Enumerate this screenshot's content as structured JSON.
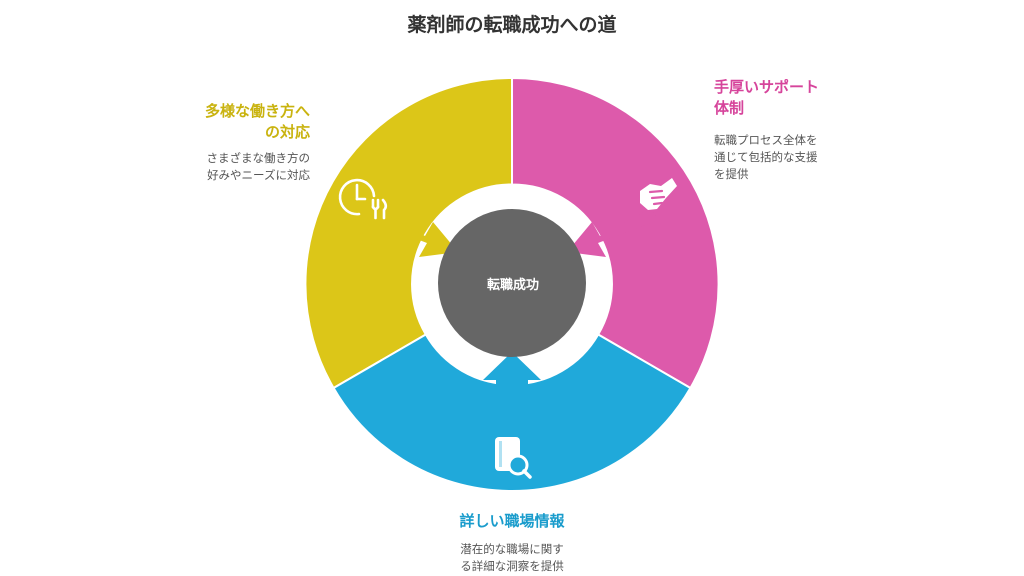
{
  "title": "薬剤師の転職成功への道",
  "center": {
    "label": "転職成功",
    "color": "#666666"
  },
  "segments": [
    {
      "id": "flexible-work",
      "label_line1": "多様な働き方へ",
      "label_line2": "の対応",
      "desc_line1": "さまざまな働き方の",
      "desc_line2": "好みやニーズに対応",
      "color": "#dcc618",
      "icon": "clock-fork-icon"
    },
    {
      "id": "support",
      "label_line1": "手厚いサポート",
      "label_line2": "体制",
      "desc_line1": "転職プロセス全体を",
      "desc_line2": "通じて包括的な支援",
      "desc_line3": "を提供",
      "color": "#dd5aab",
      "icon": "handshake-icon"
    },
    {
      "id": "workplace-info",
      "label_line1": "詳しい職場情報",
      "desc_line1": "潜在的な職場に関す",
      "desc_line2": "る詳細な洞察を提供",
      "color": "#20a9da",
      "icon": "document-search-icon"
    }
  ]
}
